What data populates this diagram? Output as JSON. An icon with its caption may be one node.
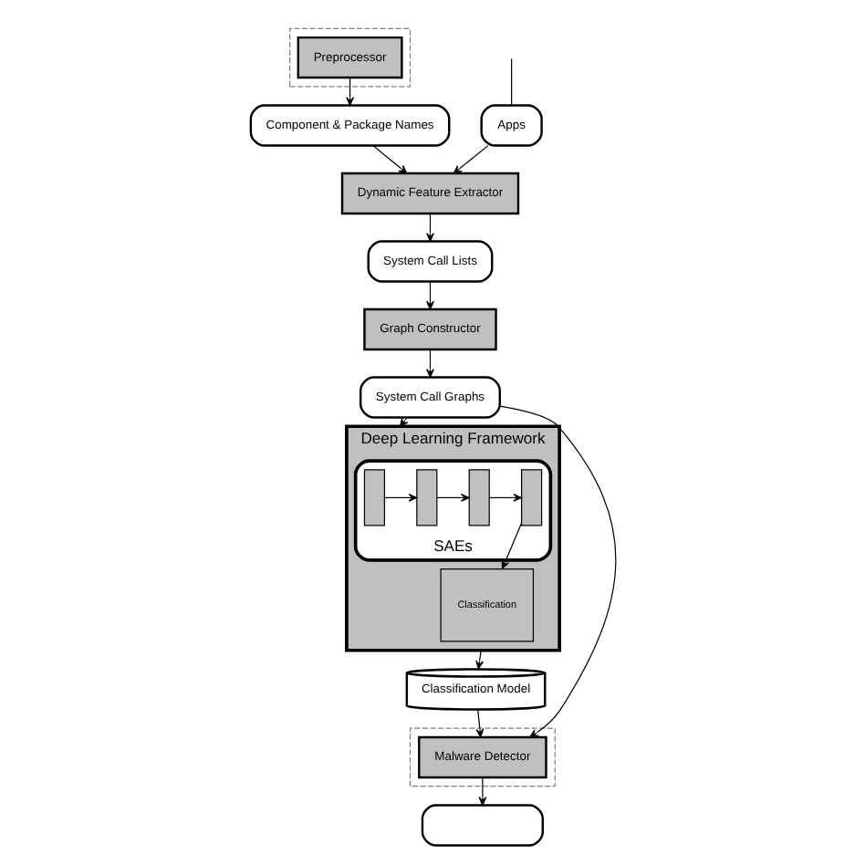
{
  "diagram": {
    "nodes": [
      {
        "text": [
          "Apps"
        ]
      },
      {
        "text": [],
        "shape": "box"
      },
      {
        "text": [
          "Preprocessor"
        ],
        "in": 1
      },
      {
        "text": [
          "Component & Package Names"
        ]
      },
      {
        "text": [
          "Dynamic Feature Extractor"
        ]
      },
      {
        "text": [
          "System Call Lists"
        ]
      },
      {
        "text": [
          "Graph Constructor"
        ]
      },
      {
        "text": [
          "System Call Graphs"
        ]
      },
      {
        "text": [
          "Deep Learning Framework"
        ]
      },
      {
        "text": [
          "SAEs"
        ],
        "in": 8
      },
      {
        "text": [],
        "shape": "bar",
        "in": 9
      },
      {
        "text": [],
        "shape": "bar",
        "in": 9
      },
      {
        "text": [],
        "shape": "bar",
        "in": 9
      },
      {
        "text": [],
        "shape": "bar",
        "in": 9
      },
      {
        "text": [
          "Classification"
        ],
        "in": 8
      },
      {
        "text": [
          "Classification Model"
        ]
      },
      {
        "text": [],
        "shape": "box"
      },
      {
        "text": [
          "Malware Detector"
        ],
        "in": 16
      },
      {
        "text": [],
        "shape": "box"
      }
    ],
    "edges": [
      {
        "from": null,
        "to": 0,
        "arrow": "none"
      },
      {
        "from": 0,
        "to": 4,
        "arrow": "to"
      },
      {
        "from": 2,
        "to": 3,
        "arrow": "to"
      },
      {
        "from": 3,
        "to": 4,
        "arrow": "to"
      },
      {
        "from": 4,
        "to": 5,
        "arrow": "to"
      },
      {
        "from": 5,
        "to": 6,
        "arrow": "to"
      },
      {
        "from": 6,
        "to": 7,
        "arrow": "to"
      },
      {
        "from": 7,
        "to": 8,
        "arrow": "to"
      },
      {
        "from": 10,
        "to": 11,
        "arrow": "to"
      },
      {
        "from": 11,
        "to": 12,
        "arrow": "to"
      },
      {
        "from": 12,
        "to": 13,
        "arrow": "to"
      },
      {
        "from": 13,
        "to": 14,
        "arrow": "to"
      },
      {
        "from": 8,
        "to": 15,
        "arrow": "to"
      },
      {
        "from": 7,
        "to": 17,
        "arrow": "to"
      },
      {
        "from": 15,
        "to": 17,
        "arrow": "to"
      },
      {
        "from": 17,
        "to": 18,
        "arrow": "to"
      }
    ]
  }
}
